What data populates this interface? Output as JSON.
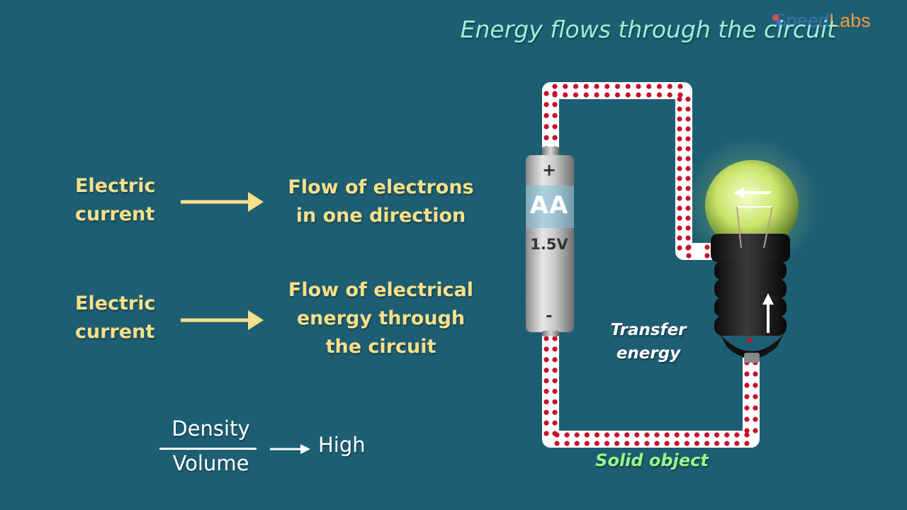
{
  "brand": {
    "speed": "Speed",
    "labs": "Labs"
  },
  "title": "Energy flows through the circuit",
  "definitions": [
    {
      "term_line1": "Electric",
      "term_line2": "current",
      "def_line1": "Flow of electrons",
      "def_line2": "in one direction"
    },
    {
      "term_line1": "Electric",
      "term_line2": "current",
      "def_line1": "Flow of electrical",
      "def_line2": "energy through",
      "def_line3": "the circuit"
    }
  ],
  "relation": {
    "numerator": "Density",
    "denominator": "Volume",
    "result": "High"
  },
  "battery": {
    "plus": "+",
    "type": "AA",
    "voltage": "1.5V",
    "minus": "-"
  },
  "circuit_labels": {
    "transfer_line1": "Transfer",
    "transfer_line2": "energy",
    "solid": "Solid object"
  },
  "colors": {
    "background": "#1d5e73",
    "title": "#9cf0d6",
    "term": "#f7e08a",
    "electron": "#c8102e",
    "wire": "#ffffff",
    "solid_label": "#9cf58a"
  }
}
